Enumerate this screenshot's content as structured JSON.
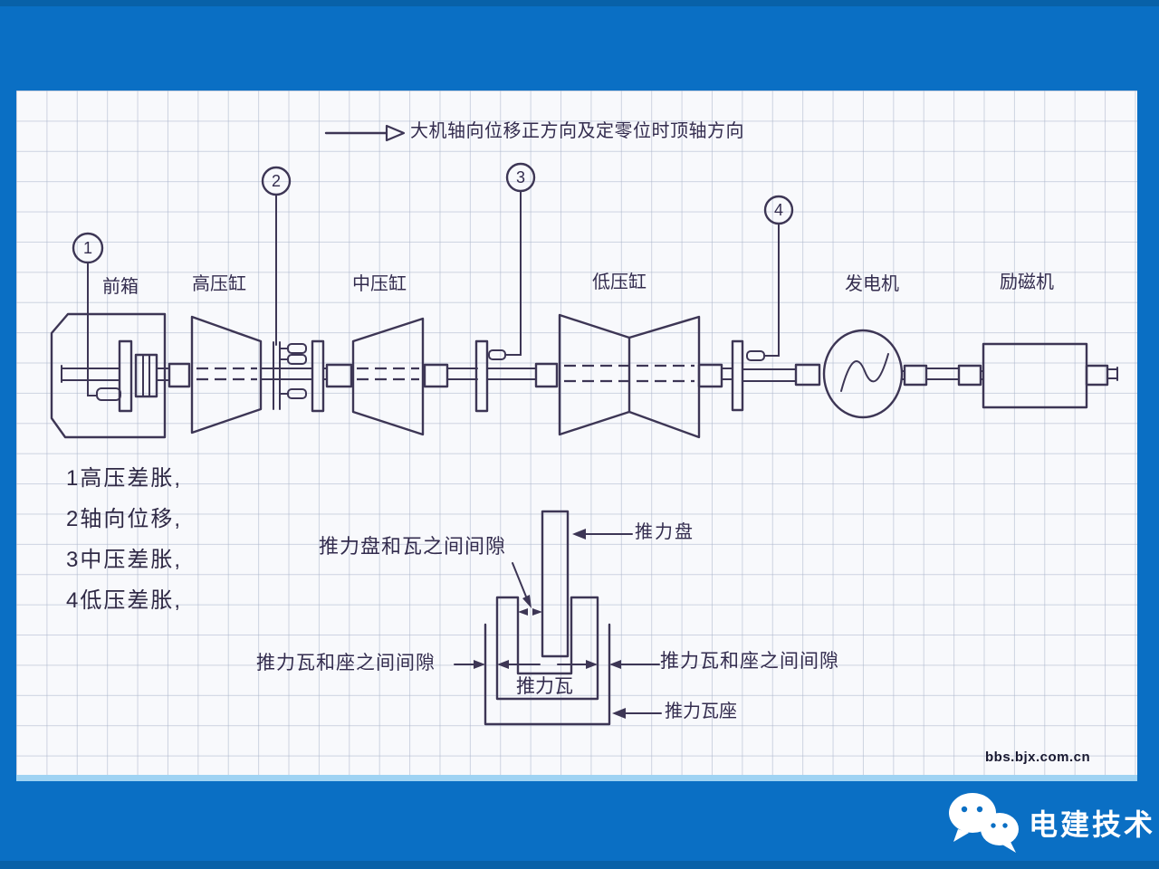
{
  "title_arrow": "大机轴向位移正方向及定零位时顶轴方向",
  "machines": [
    "前箱",
    "高压缸",
    "中压缸",
    "低压缸",
    "发电机",
    "励磁机"
  ],
  "sensor_numbers": [
    "1",
    "2",
    "3",
    "4"
  ],
  "legend": [
    "1高压差胀,",
    "2轴向位移,",
    "3中压差胀,",
    "4低压差胀,"
  ],
  "detail": {
    "thrust_disc": "推力盘",
    "disc_pad_gap": "推力盘和瓦之间间隙",
    "pad_seat_gap_left": "推力瓦和座之间间隙",
    "pad_seat_gap_right": "推力瓦和座之间间隙",
    "thrust_pad": "推力瓦",
    "pad_seat": "推力瓦座"
  },
  "watermark": "bbs.bjx.com.cn",
  "footer": {
    "brand": "电建技术",
    "logo": "wechat-icon"
  },
  "colors": {
    "frame_blue": "#0a6fc4",
    "frame_dark": "#0861a8",
    "paper": "#f8f9fc",
    "grid_line": "#aab4ca",
    "ink": "#3d3655",
    "paper_edge": "#9fd3f3",
    "brand_text": "#ffffff"
  }
}
